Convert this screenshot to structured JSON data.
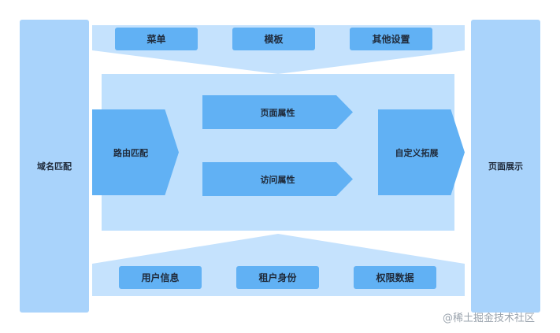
{
  "left_column": {
    "label": "域名匹配"
  },
  "right_column": {
    "label": "页面展示"
  },
  "top_bar": {
    "items": [
      {
        "label": "菜单"
      },
      {
        "label": "模板"
      },
      {
        "label": "其他设置"
      }
    ]
  },
  "middle": {
    "router_match": "路由匹配",
    "page_attributes": "页面属性",
    "access_attributes": "访问属性",
    "custom_extension": "自定义拓展"
  },
  "bottom_bar": {
    "items": [
      {
        "label": "用户信息"
      },
      {
        "label": "租户身份"
      },
      {
        "label": "权限数据"
      }
    ]
  },
  "watermark": "@稀土掘金技术社区",
  "colors": {
    "light_panel": "#bfe0fd",
    "column": "#a9d3fb",
    "block": "#61b1f4"
  }
}
